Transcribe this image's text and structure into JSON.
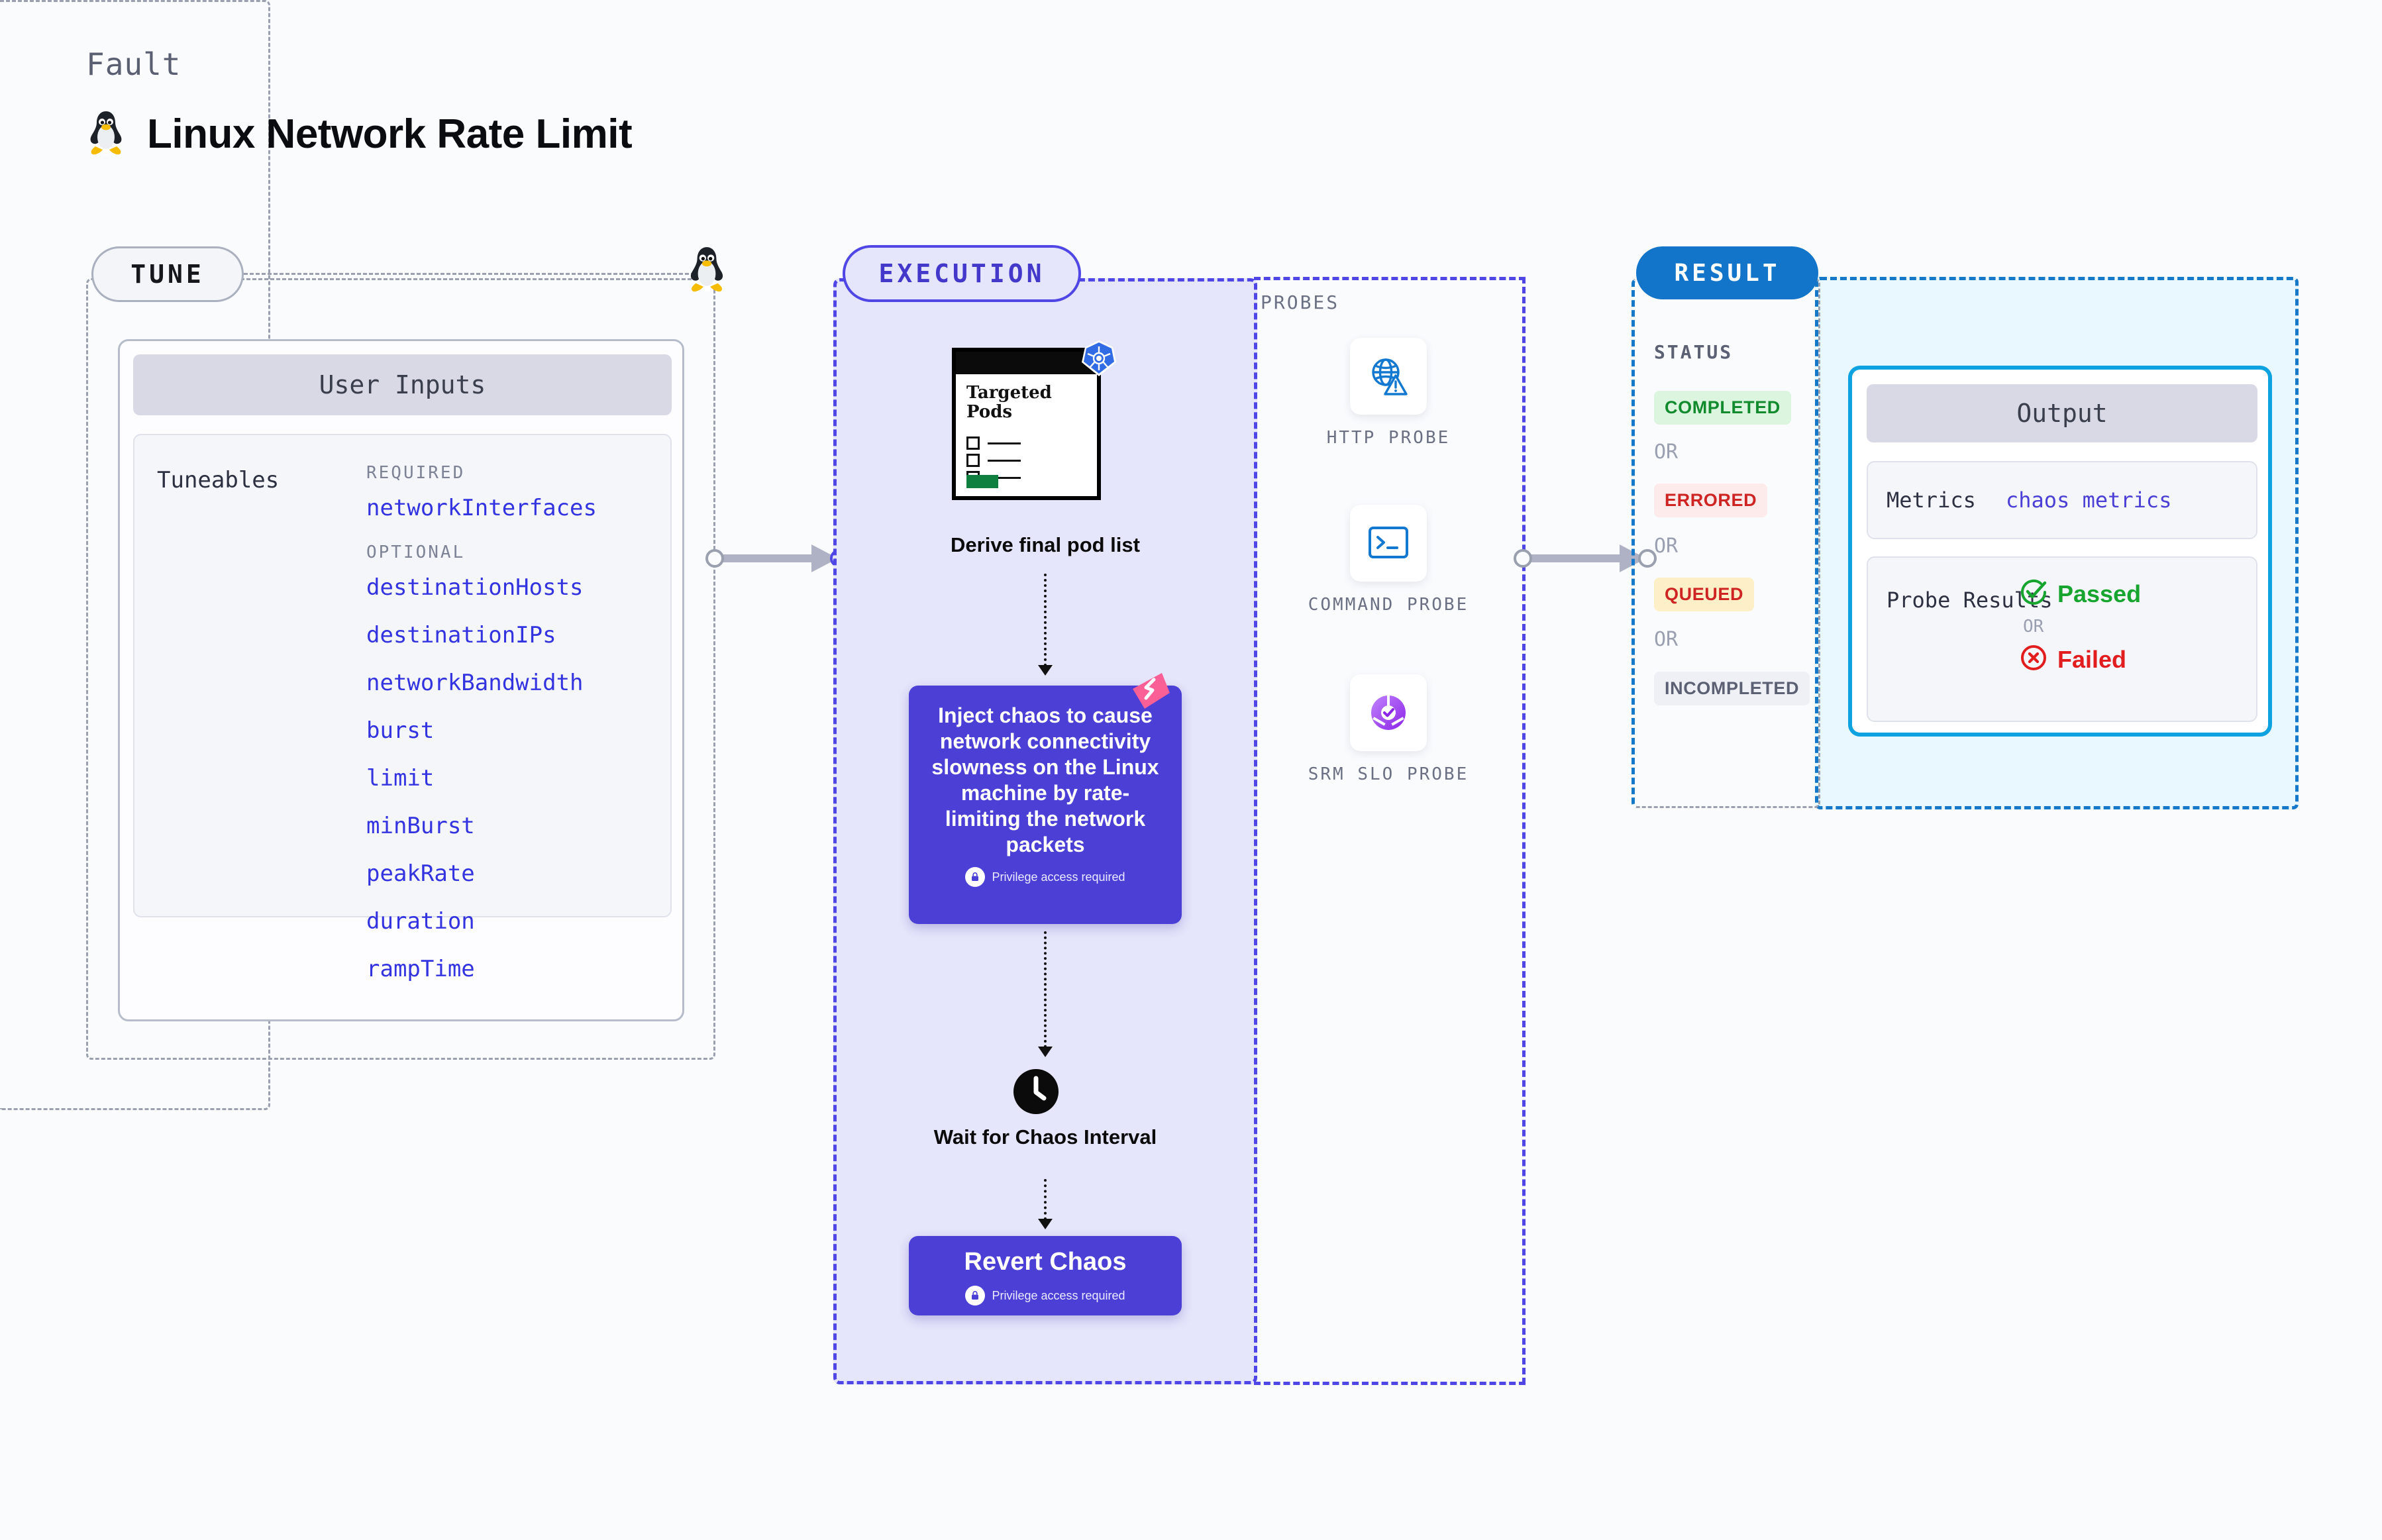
{
  "header": {
    "eyebrow": "Fault",
    "title": "Linux Network Rate Limit",
    "icon": "linux-penguin-icon"
  },
  "stages": {
    "tune": {
      "label": "TUNE"
    },
    "execution": {
      "label": "EXECUTION"
    },
    "probes": {
      "label": "PROBES"
    },
    "result": {
      "label": "RESULT"
    }
  },
  "tune": {
    "card_title": "User Inputs",
    "tuneables_label": "Tuneables",
    "required_title": "REQUIRED",
    "required": [
      "networkInterfaces"
    ],
    "optional_title": "OPTIONAL",
    "optional": [
      "destinationHosts",
      "destinationIPs",
      "networkBandwidth",
      "burst",
      "limit",
      "minBurst",
      "peakRate",
      "duration",
      "rampTime"
    ]
  },
  "execution": {
    "pod_doc": {
      "title": "Targeted Pods",
      "badge_icon": "kubernetes-icon",
      "rows": 3
    },
    "derive_label": "Derive final pod list",
    "inject": {
      "text": "Inject chaos to cause network connectivity slowness on the Linux machine by rate-limiting the network packets",
      "privilege_note": "Privilege access required",
      "privilege_icon": "lock-icon",
      "corner_icon": "litmus-chaos-icon"
    },
    "wait": {
      "icon": "clock-icon",
      "label": "Wait for Chaos Interval"
    },
    "revert": {
      "title": "Revert Chaos",
      "privilege_note": "Privilege access required",
      "privilege_icon": "lock-icon"
    }
  },
  "probes": [
    {
      "icon": "globe-alert-icon",
      "caption": "HTTP PROBE"
    },
    {
      "icon": "terminal-icon",
      "caption": "COMMAND PROBE"
    },
    {
      "icon": "srm-slo-gauge-icon",
      "caption": "SRM SLO PROBE"
    }
  ],
  "result": {
    "status_label": "STATUS",
    "or_label": "OR",
    "statuses": [
      {
        "label": "COMPLETED",
        "bg": "#dcf5df",
        "fg": "#128a2e"
      },
      {
        "label": "ERRORED",
        "bg": "#fdeaea",
        "fg": "#cf2424"
      },
      {
        "label": "QUEUED",
        "bg": "#fdf0c9",
        "fg": "#cf2424"
      },
      {
        "label": "INCOMPLETED",
        "bg": "#eff0f6",
        "fg": "#5b6072"
      }
    ],
    "output": {
      "title": "Output",
      "metrics_label": "Metrics",
      "metrics_value": "chaos metrics",
      "probe_results_label": "Probe Results",
      "passed_label": "Passed",
      "failed_label": "Failed",
      "or_label": "OR",
      "passed_icon": "check-circle-icon",
      "failed_icon": "x-circle-icon"
    }
  },
  "colors": {
    "canvas": "#fafbfd",
    "accent_purple": "#4b3fd6",
    "accent_blue": "#1275c9",
    "accent_cyan": "#0fa2e0",
    "tuneable_link": "#3333e0",
    "muted": "#9aa0ae"
  }
}
